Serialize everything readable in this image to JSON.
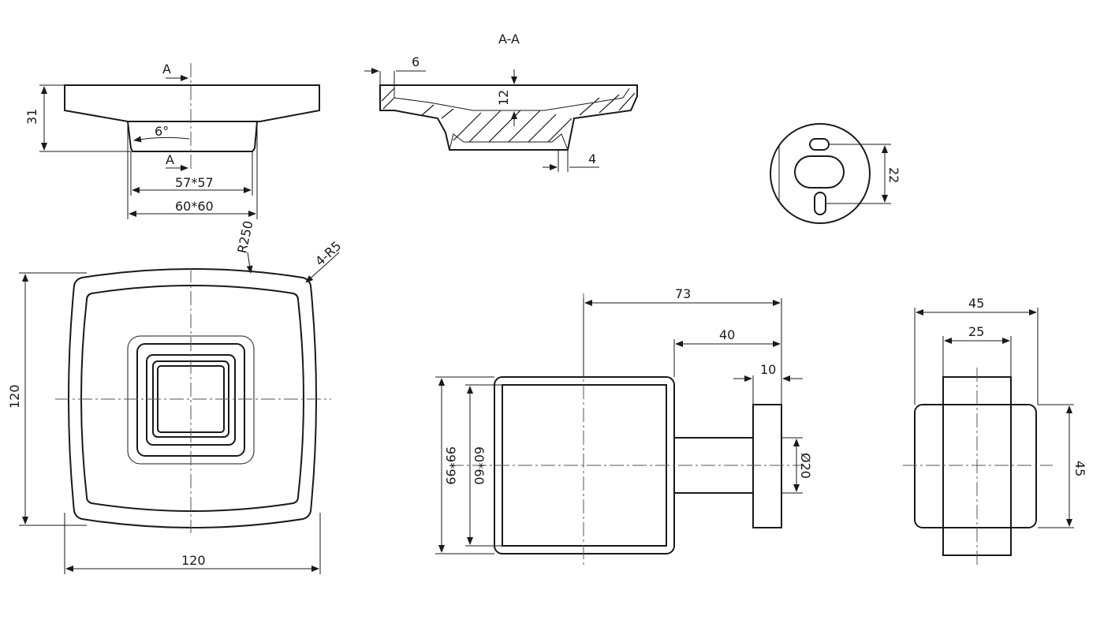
{
  "labels": {
    "section_title": "A-A",
    "cut_top": "A",
    "cut_bottom": "A",
    "dim_31": "31",
    "dim_6deg": "6°",
    "dim_57x57": "57*57",
    "dim_60x60": "60*60",
    "dim_6": "6",
    "dim_12": "12",
    "dim_4": "4",
    "dim_22": "22",
    "dim_r250": "R250",
    "dim_4r5": "4-R5",
    "dim_120_v": "120",
    "dim_120_h": "120",
    "dim_73": "73",
    "dim_40": "40",
    "dim_10": "10",
    "dim_99x99": "99*99",
    "dim_60x60_side": "60*60",
    "dim_phi20": "Ø20",
    "dim_45_top": "45",
    "dim_25": "25",
    "dim_45_side": "45"
  }
}
